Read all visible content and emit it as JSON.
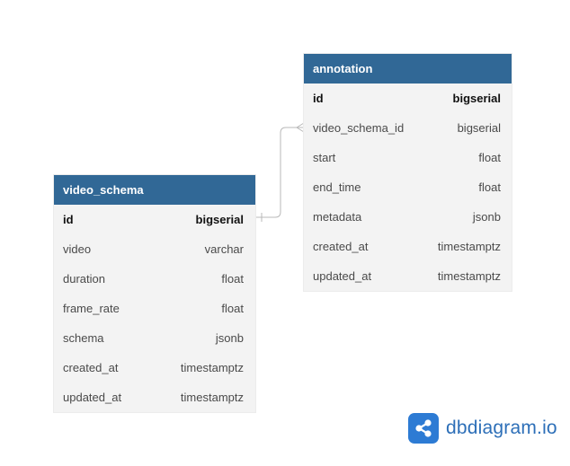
{
  "tables": {
    "video_schema": {
      "name": "video_schema",
      "columns": [
        {
          "name": "id",
          "type": "bigserial",
          "pk": true
        },
        {
          "name": "video",
          "type": "varchar"
        },
        {
          "name": "duration",
          "type": "float"
        },
        {
          "name": "frame_rate",
          "type": "float"
        },
        {
          "name": "schema",
          "type": "jsonb"
        },
        {
          "name": "created_at",
          "type": "timestamptz"
        },
        {
          "name": "updated_at",
          "type": "timestamptz"
        }
      ]
    },
    "annotation": {
      "name": "annotation",
      "columns": [
        {
          "name": "id",
          "type": "bigserial",
          "pk": true
        },
        {
          "name": "video_schema_id",
          "type": "bigserial"
        },
        {
          "name": "start",
          "type": "float"
        },
        {
          "name": "end_time",
          "type": "float"
        },
        {
          "name": "metadata",
          "type": "jsonb"
        },
        {
          "name": "created_at",
          "type": "timestamptz"
        },
        {
          "name": "updated_at",
          "type": "timestamptz"
        }
      ]
    }
  },
  "relationship": {
    "from": "video_schema.id",
    "to": "annotation.video_schema_id",
    "cardinality": "one-to-many"
  },
  "brand": {
    "name": "dbdiagram",
    "tld": ".io",
    "icon": "share-nodes-icon",
    "color": "#2d7bd4"
  },
  "colors": {
    "header": "#316896",
    "body": "#f3f3f3",
    "connector": "#b8b8b8"
  }
}
